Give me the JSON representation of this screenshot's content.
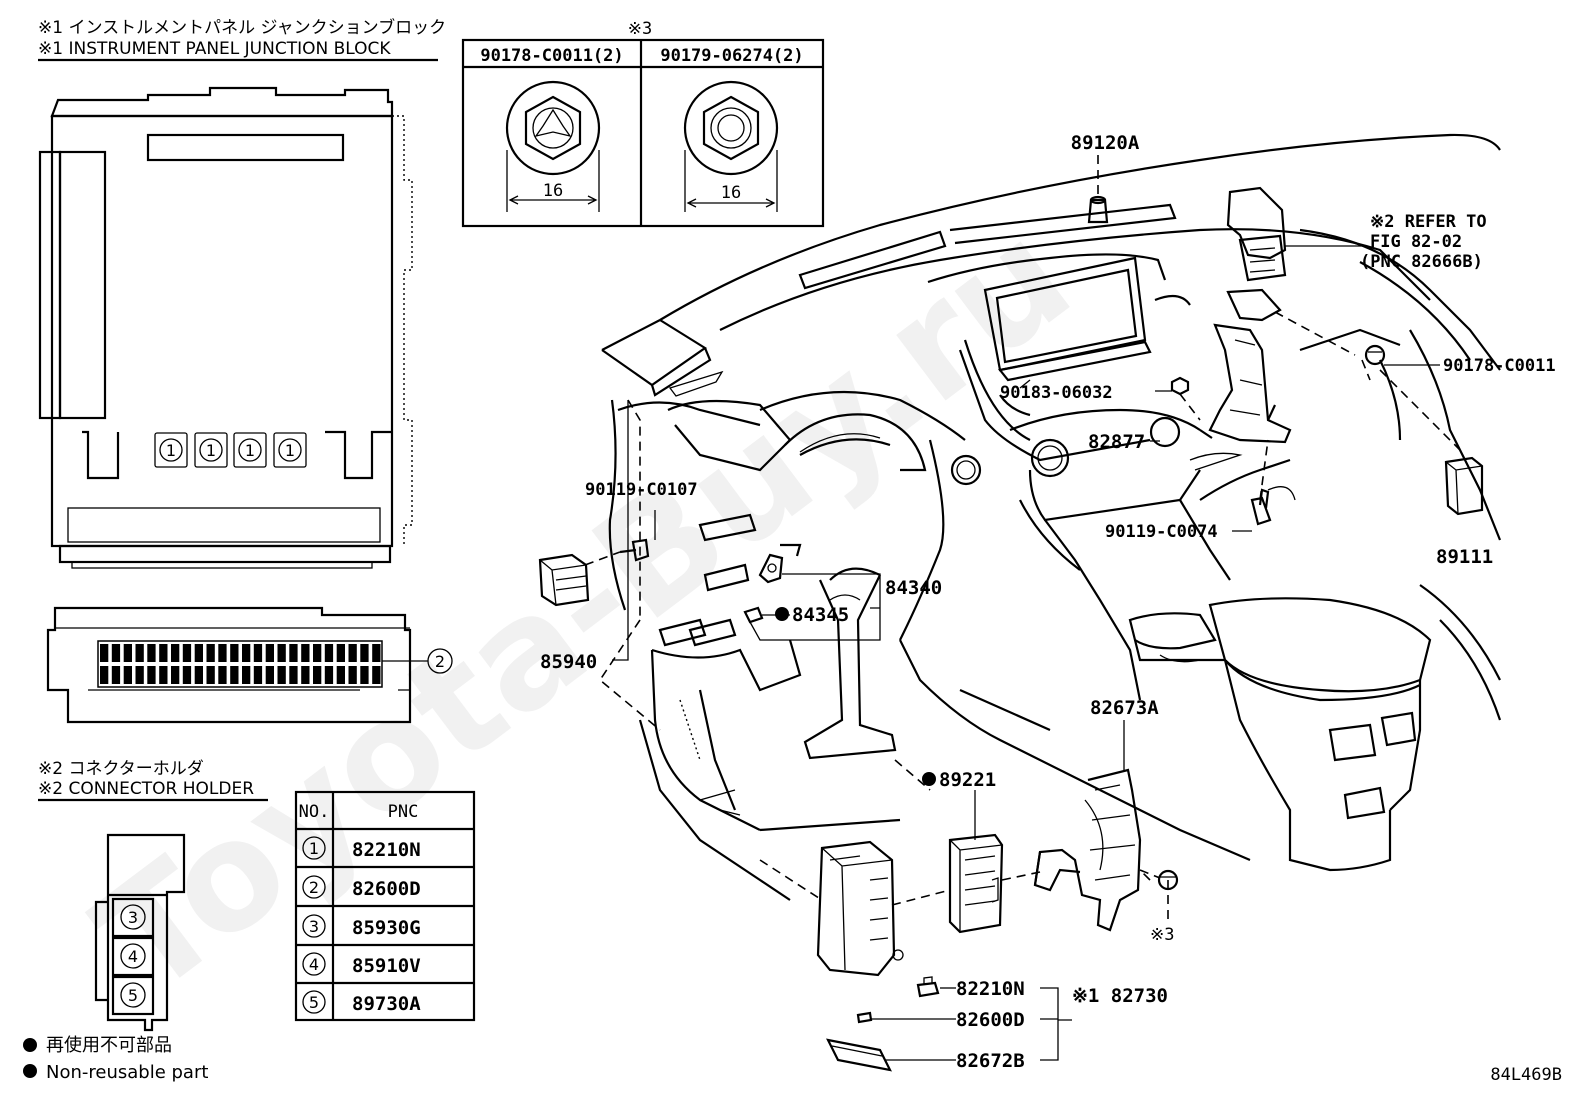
{
  "header": {
    "jb_title_jp": "※1 インストルメントパネル ジャンクションブロック",
    "jb_title_en": "※1 INSTRUMENT PANEL JUNCTION BLOCK",
    "ch_title_jp": "※2 コネクターホルダ",
    "ch_title_en": "※2 CONNECTOR HOLDER"
  },
  "fastener_box": {
    "mark": "※3",
    "left_label": "90178-C0011(2)",
    "right_label": "90179-06274(2)",
    "left_dim": "16",
    "right_dim": "16"
  },
  "jb_circles": [
    "1",
    "1",
    "1",
    "1"
  ],
  "jb_side_circle": "2",
  "holder_circles": [
    "3",
    "4",
    "5"
  ],
  "pnc_table": {
    "col_no": "NO.",
    "col_pnc": "PNC",
    "rows": [
      {
        "no": "1",
        "pnc": "82210N"
      },
      {
        "no": "2",
        "pnc": "82600D"
      },
      {
        "no": "3",
        "pnc": "85930G"
      },
      {
        "no": "4",
        "pnc": "85910V"
      },
      {
        "no": "5",
        "pnc": "89730A"
      }
    ]
  },
  "legend": {
    "line1": "再使用不可部品",
    "line2": "Non-reusable part"
  },
  "callouts": {
    "p89120A": "89120A",
    "refer1": "※2 REFER TO",
    "refer2": "FIG 82-02",
    "refer3": "(PNC 82666B)",
    "p90178": "90178-C0011",
    "p90183": "90183-06032",
    "p82877": "82877",
    "p90119a": "90119-C0107",
    "p90119b": "90119-C0074",
    "p89111": "89111",
    "p84340": "84340",
    "p84345": "84345",
    "p85940": "85940",
    "p82673A": "82673A",
    "p89221": "89221",
    "mark3": "※3",
    "p82210N": "82210N",
    "p82600D": "82600D",
    "p82672B": "82672B",
    "p82730": "※1 82730"
  },
  "watermark": "Toyota-Buy.ru",
  "figure_id": "84L469B"
}
